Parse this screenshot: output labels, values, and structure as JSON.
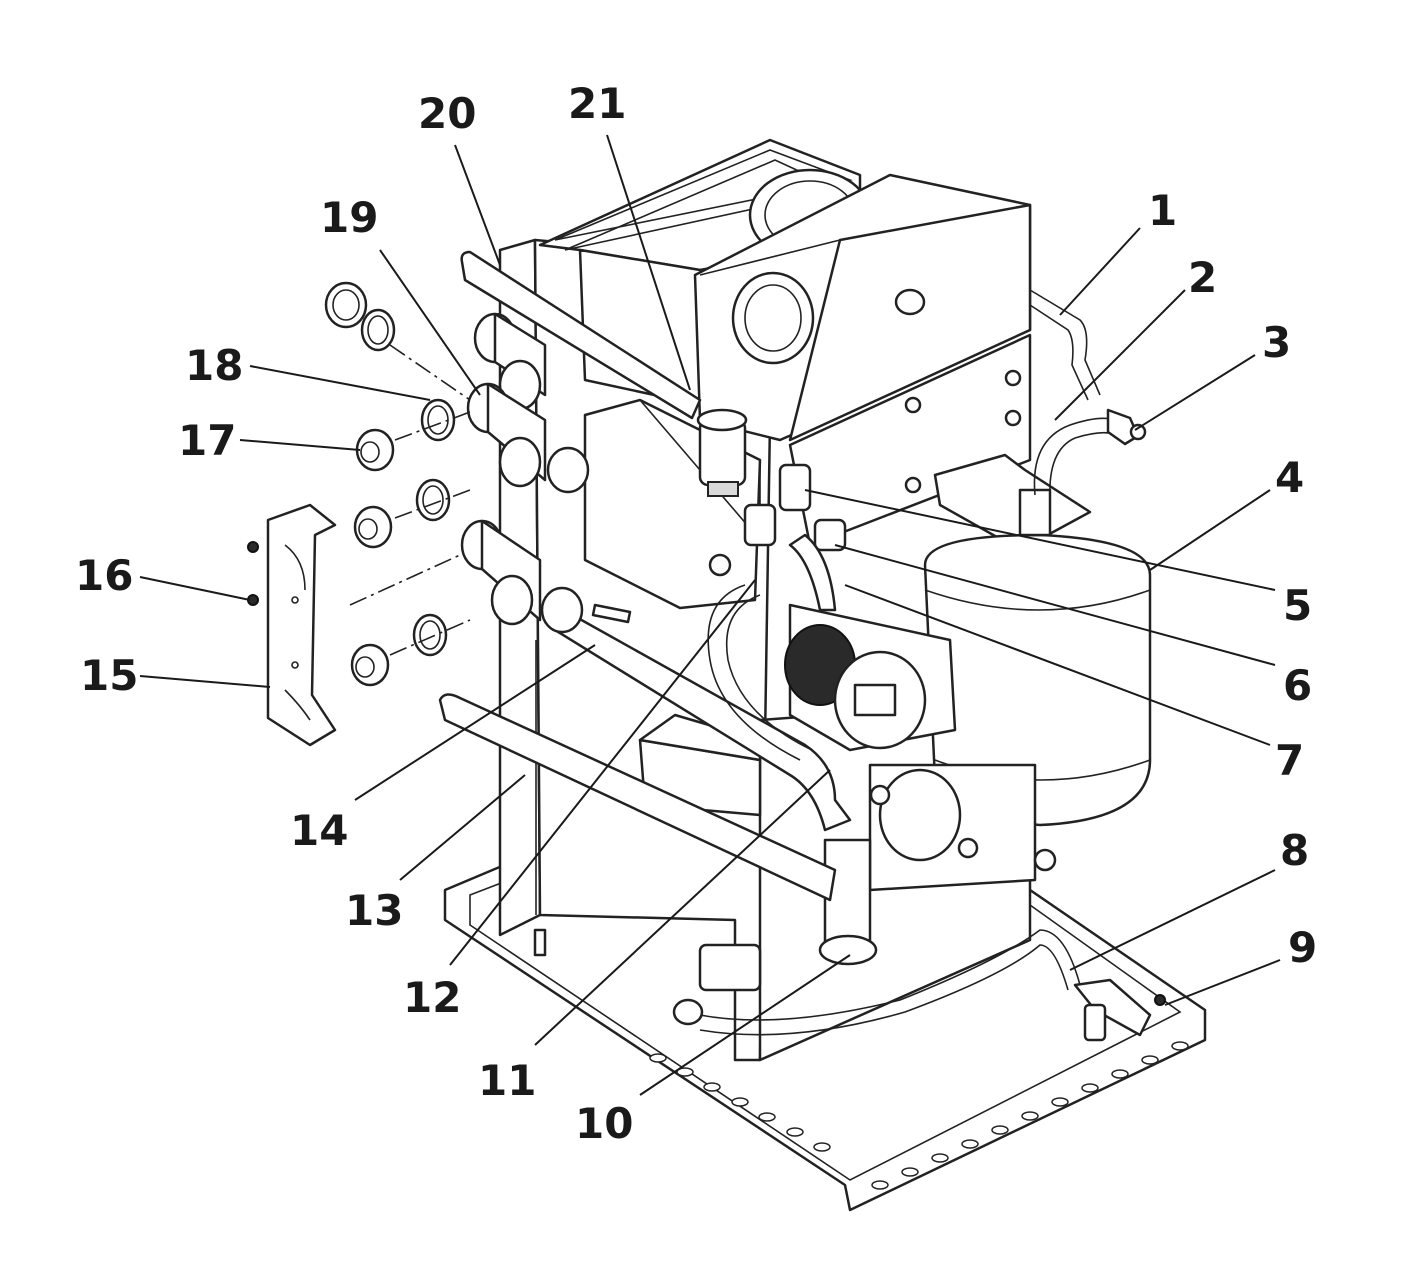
{
  "diagram": {
    "callouts": [
      {
        "id": "1",
        "label": "1"
      },
      {
        "id": "2",
        "label": "2"
      },
      {
        "id": "3",
        "label": "3"
      },
      {
        "id": "4",
        "label": "4"
      },
      {
        "id": "5",
        "label": "5"
      },
      {
        "id": "6",
        "label": "6"
      },
      {
        "id": "7",
        "label": "7"
      },
      {
        "id": "8",
        "label": "8"
      },
      {
        "id": "9",
        "label": "9"
      },
      {
        "id": "10",
        "label": "10"
      },
      {
        "id": "11",
        "label": "11"
      },
      {
        "id": "12",
        "label": "12"
      },
      {
        "id": "13",
        "label": "13"
      },
      {
        "id": "14",
        "label": "14"
      },
      {
        "id": "15",
        "label": "15"
      },
      {
        "id": "16",
        "label": "16"
      },
      {
        "id": "17",
        "label": "17"
      },
      {
        "id": "18",
        "label": "18"
      },
      {
        "id": "19",
        "label": "19"
      },
      {
        "id": "20",
        "label": "20"
      },
      {
        "id": "21",
        "label": "21"
      }
    ],
    "colors": {
      "line": "#222222",
      "text": "#1a1a1a",
      "background": "#ffffff"
    }
  }
}
